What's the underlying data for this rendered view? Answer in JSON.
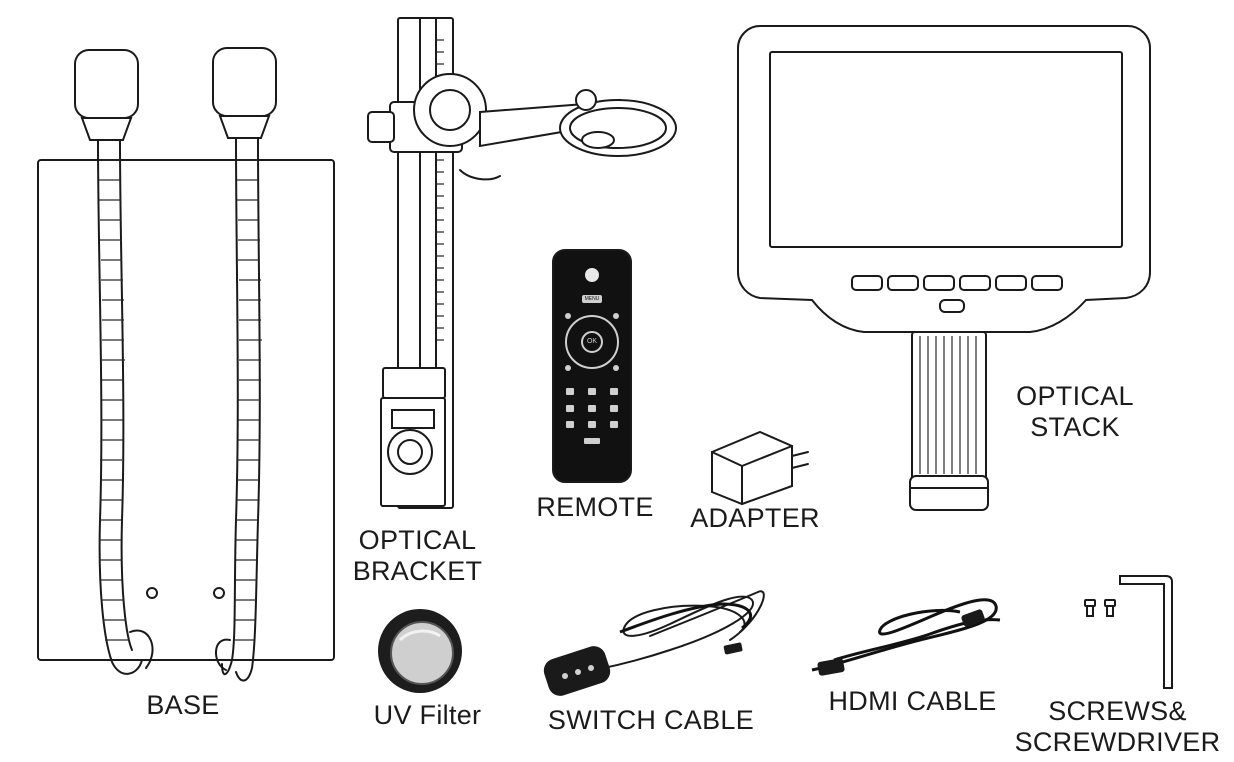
{
  "labels": {
    "base": "BASE",
    "optical_bracket": [
      "OPTICAL",
      "BRACKET"
    ],
    "remote": "REMOTE",
    "adapter": "ADAPTER",
    "optical_stack": [
      "OPTICAL",
      "STACK"
    ],
    "uv_filter": "UV Filter",
    "switch_cable": "SWITCH CABLE",
    "hdmi_cable": "HDMI CABLE",
    "screws_screwdriver": [
      "SCREWS&",
      "SCREWDRIVER"
    ]
  },
  "remote_buttons": {
    "menu": "MENU",
    "ok": "OK"
  },
  "colors": {
    "line": "#1a1a1a",
    "remote_body": "#111111",
    "background": "#ffffff"
  }
}
